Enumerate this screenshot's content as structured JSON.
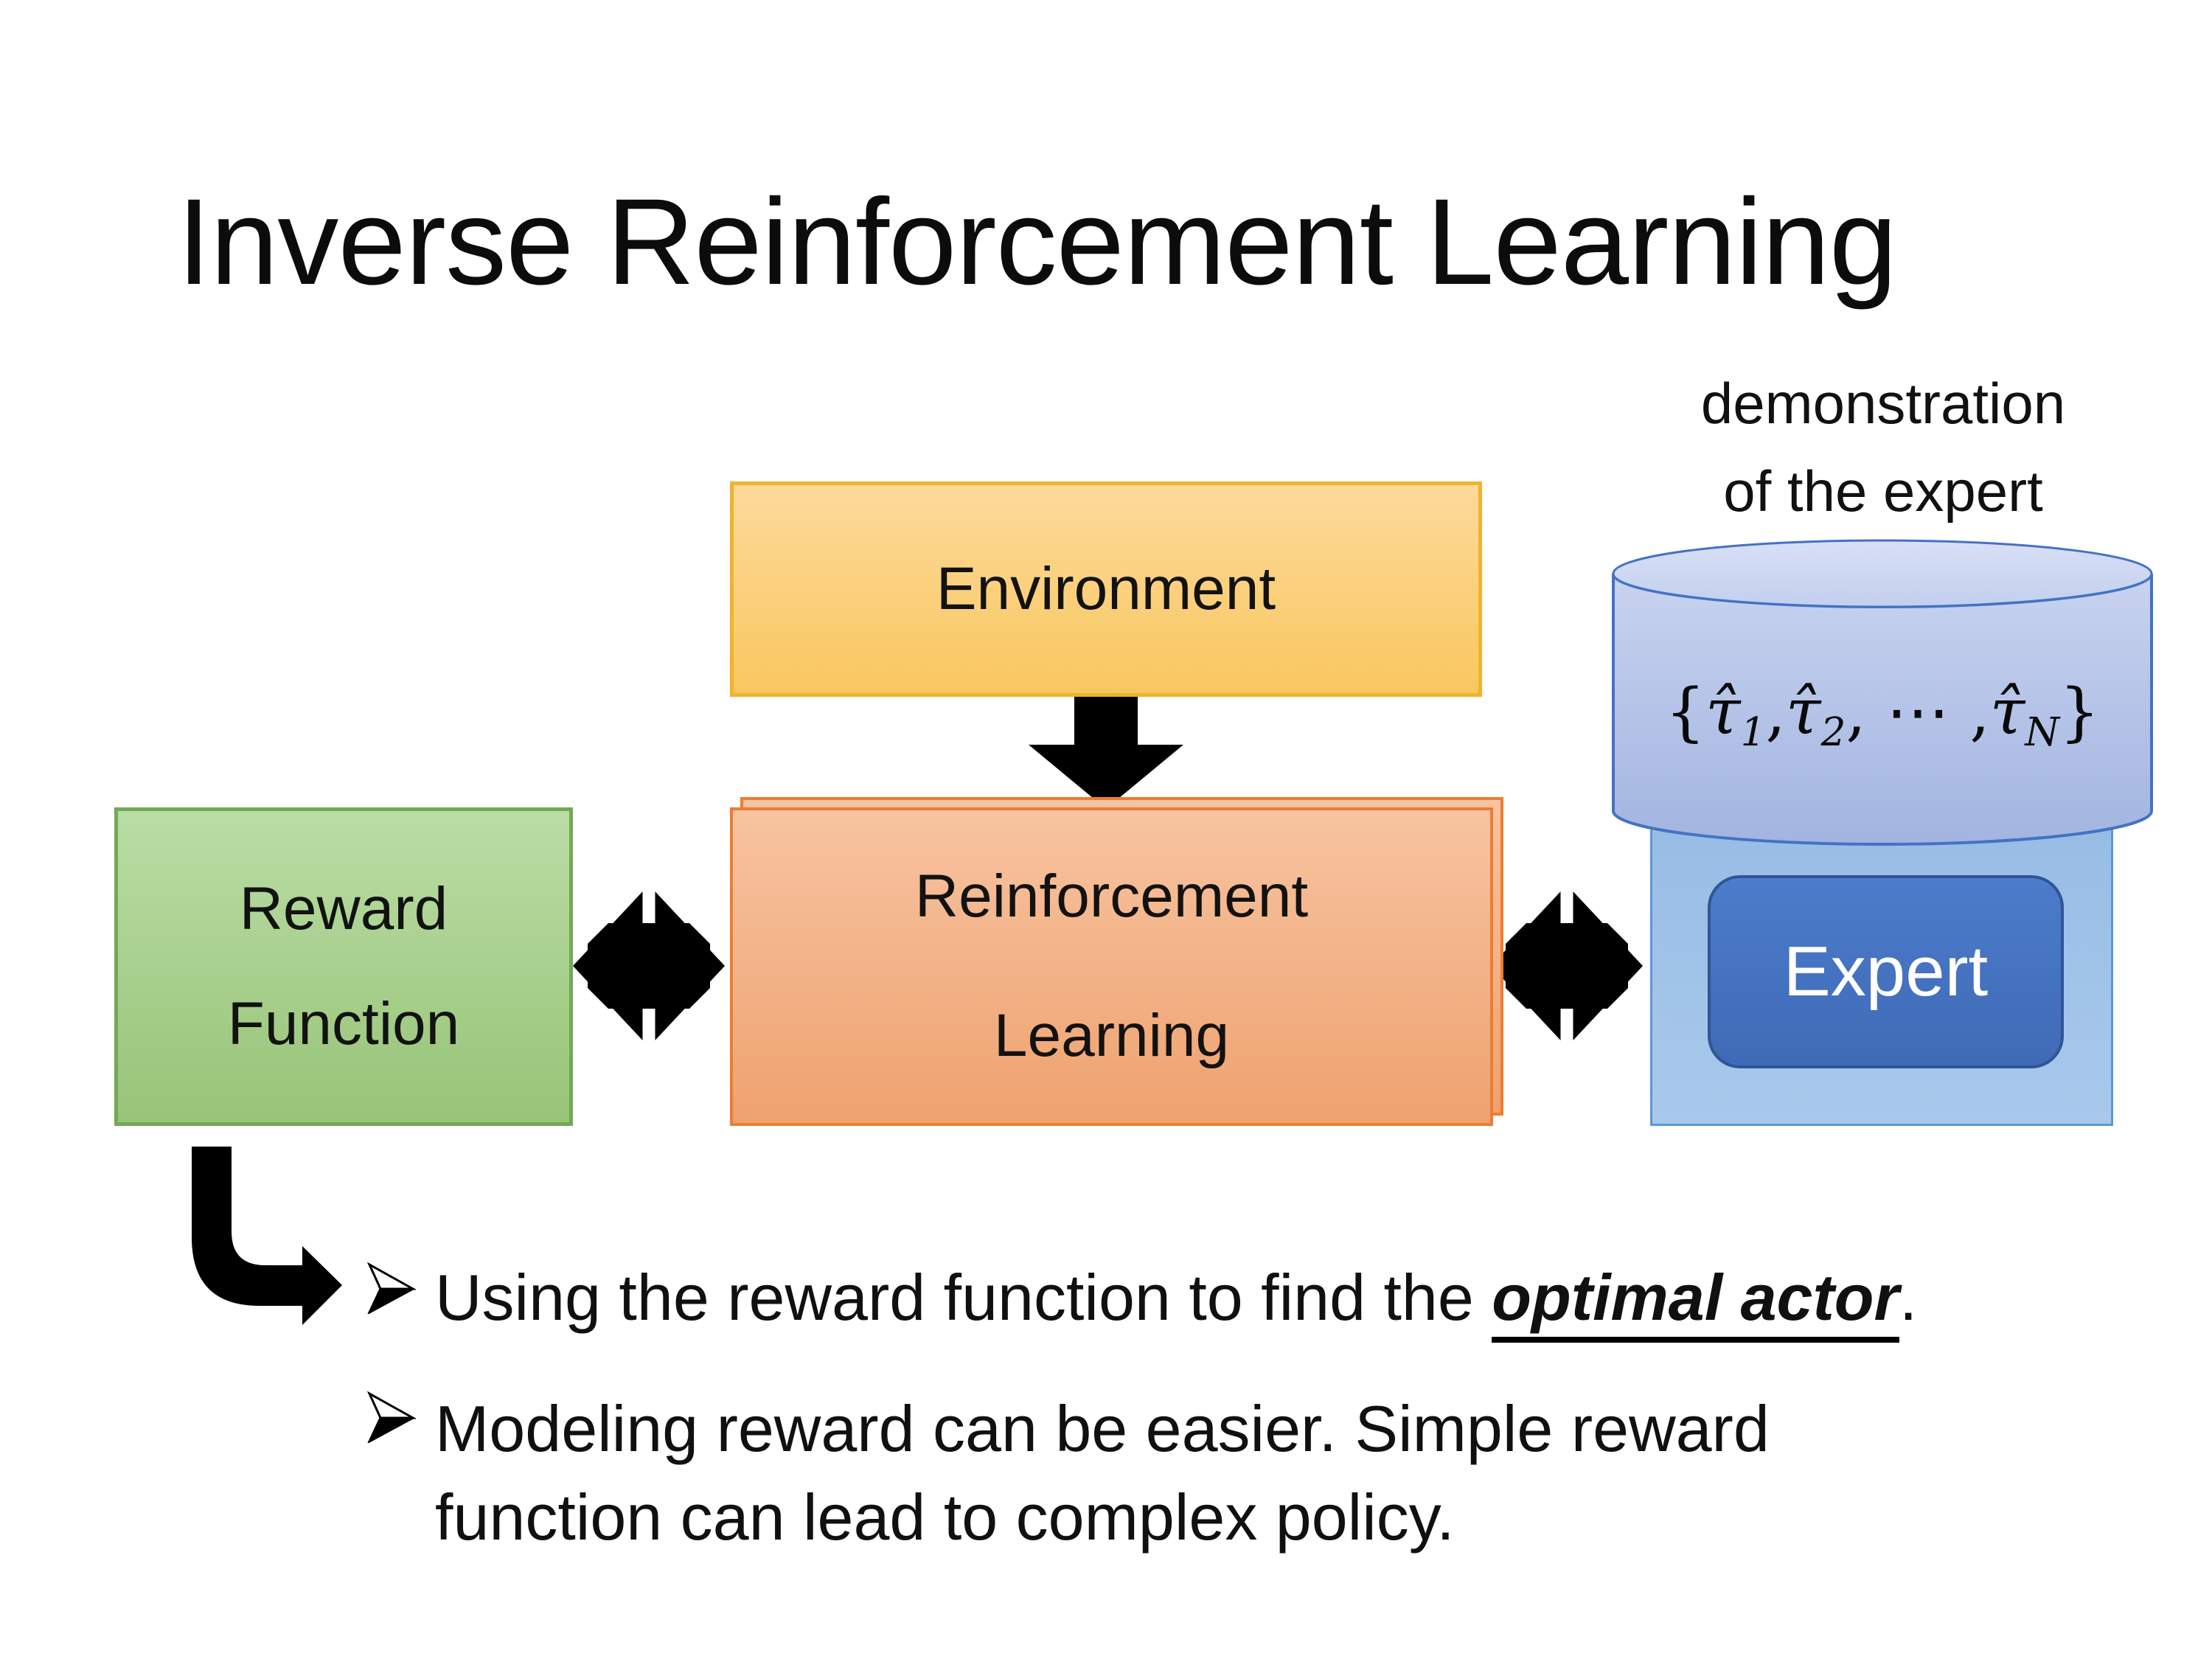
{
  "slide": {
    "title": "Inverse Reinforcement Learning",
    "demo_label": {
      "line1": "demonstration",
      "line2": "of the expert"
    },
    "environment": {
      "label": "Environment"
    },
    "reward": {
      "line1": "Reward",
      "line2": "Function"
    },
    "rl": {
      "line1": "Reinforcement",
      "line2": "Learning"
    },
    "expert": {
      "label": "Expert"
    },
    "formula": {
      "parts": [
        {
          "base": "{",
          "sub": ""
        },
        {
          "base": "τ̂",
          "sub": "1"
        },
        {
          "base": ", ",
          "sub": ""
        },
        {
          "base": "τ̂",
          "sub": "2"
        },
        {
          "base": ", ⋯ , ",
          "sub": ""
        },
        {
          "base": "τ̂",
          "sub": "N"
        },
        {
          "base": "}",
          "sub": ""
        }
      ]
    },
    "bullets": {
      "item1": {
        "pre": "Using the reward function to find the ",
        "emphasis": "optimal actor",
        "post": "."
      },
      "item2": {
        "line1": "Modeling reward can be easier. Simple reward",
        "line2": "function can lead to complex policy."
      }
    },
    "colors": {
      "environment_fill_top": "#FDDA9B",
      "environment_fill_bottom": "#F9C75F",
      "environment_border": "#F0B32C",
      "rl_fill_top": "#F7C3A0",
      "rl_fill_bottom": "#EFA26F",
      "rl_border": "#ED7D31",
      "reward_fill_top": "#B9DDA5",
      "reward_fill_bottom": "#98C478",
      "reward_border": "#74A855",
      "cylinder_fill_top": "#D0DAF2",
      "cylinder_fill_bottom": "#A2B4E0",
      "cylinder_border": "#4472C4",
      "container_fill": "#9DC4E7",
      "container_border": "#5C97D4",
      "expert_fill": "#4472C4",
      "expert_border": "#2F5597",
      "arrow_black": "#000000"
    }
  }
}
